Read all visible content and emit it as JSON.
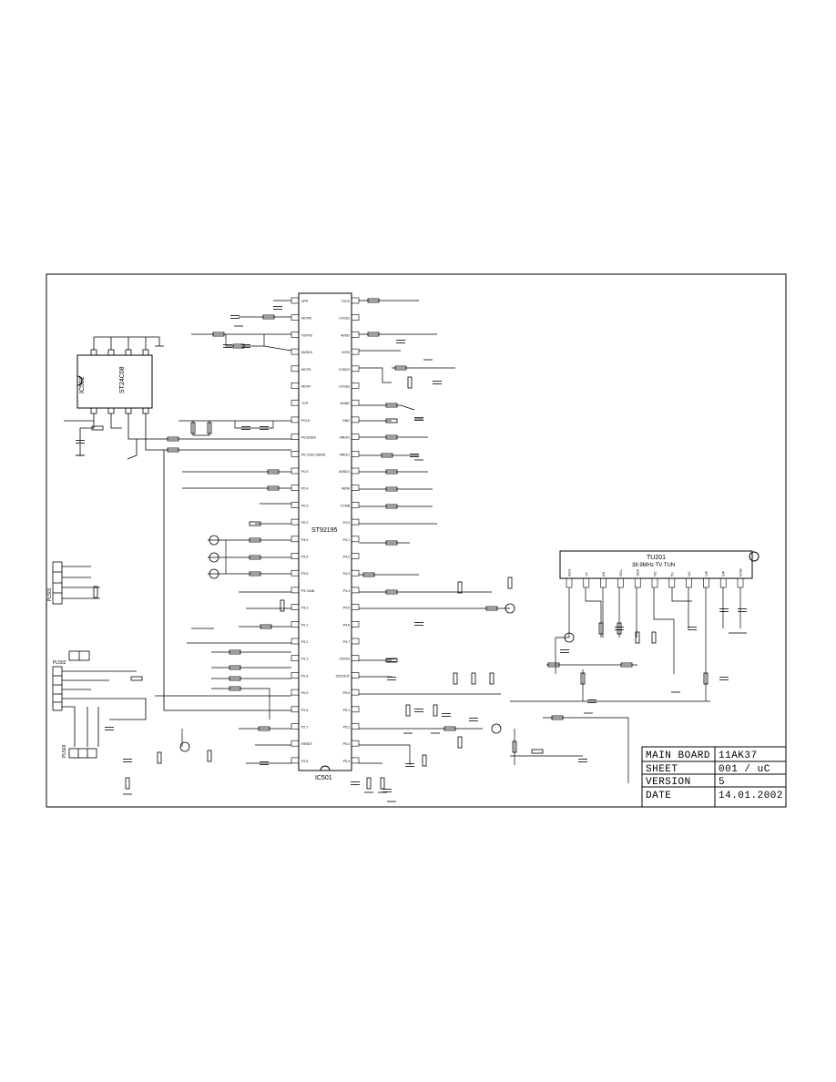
{
  "ic_main": {
    "ref": "IC501",
    "part": "ST92195"
  },
  "ic_eeprom": {
    "ref": "IC502",
    "part": "ST24C08"
  },
  "tuner": {
    "ref": "TU201",
    "part": "38.9MHz TV TUN"
  },
  "connectors": {
    "service": "PL501",
    "keys": "PL502",
    "ir": "PL503"
  },
  "ic_left_pins": [
    "VPP",
    "MCFM",
    "VSYNC",
    "AVDD3",
    "MCFS",
    "MCNT",
    "TCP",
    "PCLK",
    "P0.6/SDA",
    "P0.7/SCL/SDAD",
    "P0.5",
    "P0.4",
    "P0.3",
    "P0.2",
    "P3.4",
    "P3.5",
    "P3.6",
    "P3.7/AIN",
    "P3.3",
    "P2.1",
    "P2.2",
    "P2.3",
    "P2.4",
    "P0.0",
    "P2.6",
    "P2.7",
    "RESET",
    "P2.5"
  ],
  "ic_right_pins": [
    "TXCK",
    "CVSS1",
    "AVDD",
    "JVSS",
    "CVDD2",
    "CVSS2",
    "AGND",
    "GND",
    "VREF2",
    "VREF1",
    "AVDD1",
    "MDM",
    "YCMB",
    "P4.0",
    "P4.1",
    "P4.2",
    "P4.3",
    "P4.4",
    "P4.5",
    "P4.6",
    "P4.7",
    "OSCIN",
    "OSCOUT",
    "P5.0",
    "P5.1",
    "P5.2",
    "P5.3",
    "P5.4"
  ],
  "tuner_pins": [
    "AGC",
    "VT",
    "AS",
    "SCL",
    "SDA",
    "NC",
    "5V",
    "NC",
    "VIF",
    "SIF",
    "GND"
  ],
  "title_block": {
    "rows": [
      {
        "label": "MAIN BOARD",
        "value": "11AK37"
      },
      {
        "label": "SHEET",
        "value": "001 / uC"
      },
      {
        "label": "VERSION",
        "value": "5"
      },
      {
        "label": "DATE",
        "value": "14.01.2002"
      }
    ]
  }
}
